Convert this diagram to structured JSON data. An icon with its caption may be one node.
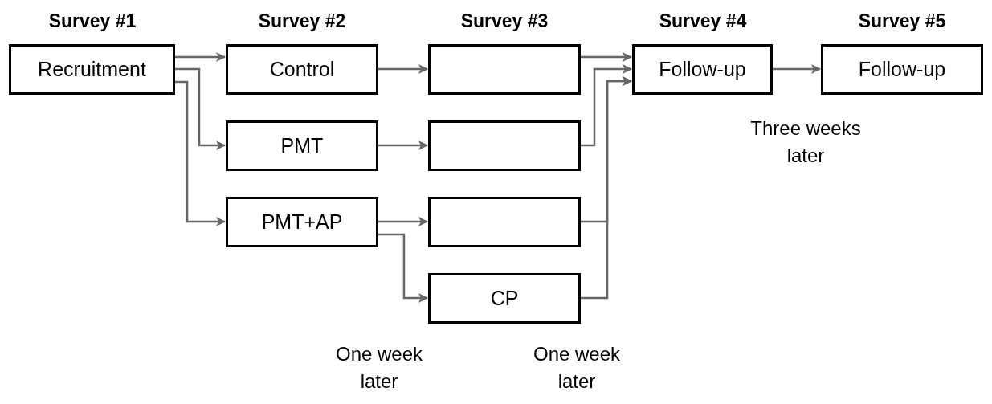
{
  "diagram": {
    "nodes": [
      {
        "text": [
          "Recruitment"
        ]
      },
      {
        "text": [
          "Control"
        ]
      },
      {
        "text": [
          "PMT"
        ]
      },
      {
        "text": [
          "PMT+AP"
        ]
      },
      {
        "text": [
          "CP"
        ]
      },
      {
        "text": [],
        "shape": "box"
      },
      {
        "text": [],
        "shape": "box"
      },
      {
        "text": [],
        "shape": "box"
      },
      {
        "text": [
          "Follow-up"
        ]
      },
      {
        "text": [
          "Follow-up"
        ]
      }
    ],
    "edges": [
      {
        "from": 0,
        "to": 1,
        "arrow": "to"
      },
      {
        "from": 0,
        "to": 2,
        "arrow": "to"
      },
      {
        "from": 0,
        "to": 3,
        "arrow": "to"
      },
      {
        "from": 1,
        "to": 5,
        "arrow": "to"
      },
      {
        "from": 2,
        "to": 6,
        "arrow": "to"
      },
      {
        "from": 3,
        "to": 7,
        "arrow": "to"
      },
      {
        "from": 3,
        "to": 4,
        "arrow": "to"
      },
      {
        "from": 5,
        "to": 8,
        "arrow": "to"
      },
      {
        "from": 6,
        "to": 8,
        "arrow": "to"
      },
      {
        "from": 7,
        "to": 8,
        "arrow": "to"
      },
      {
        "from": 4,
        "to": 8,
        "arrow": "to"
      },
      {
        "from": 8,
        "to": 9,
        "arrow": "to"
      }
    ],
    "labels": [
      "Survey #1",
      "Survey #2",
      "Survey #3",
      "Survey #4",
      "Survey #5",
      "Three weeks later",
      "One week later",
      "One week later"
    ]
  }
}
